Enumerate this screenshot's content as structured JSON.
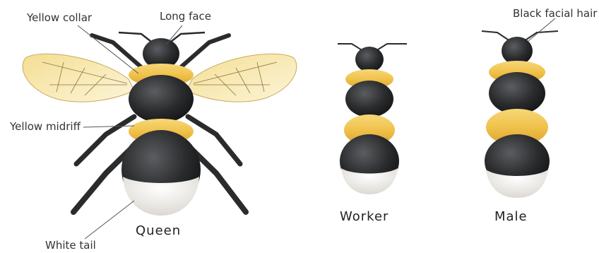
{
  "labels": {
    "yellow_collar": "Yellow collar",
    "long_face": "Long face",
    "yellow_midriff": "Yellow midriff",
    "white_tail": "White tail",
    "black_facial_hair": "Black facial hair"
  },
  "castes": {
    "queen": "Queen",
    "worker": "Worker",
    "male": "Male"
  },
  "colors": {
    "body_black": "#2a2b2d",
    "stripe_yellow": "#f0c24a",
    "tail_white": "#f1efe9",
    "wing_yellow": "#f6e4a8",
    "vein": "#7a6a3a",
    "leader_line": "#555555"
  }
}
